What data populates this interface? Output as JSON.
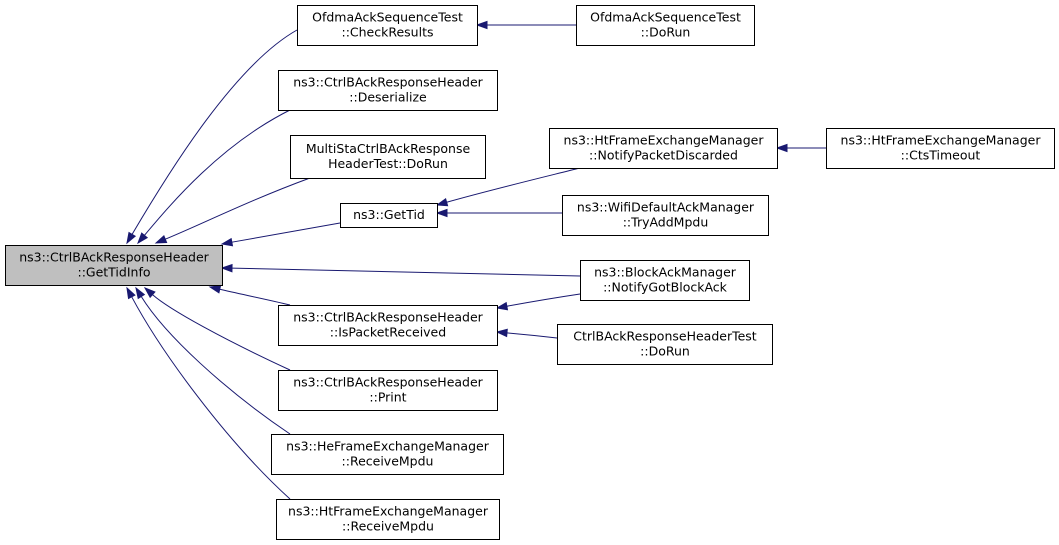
{
  "graph": {
    "nodes": [
      {
        "id": "root",
        "lines": [
          "ns3::CtrlBAckResponseHeader",
          "::GetTidInfo"
        ],
        "highlight": true
      },
      {
        "id": "ofdma_check",
        "lines": [
          "OfdmaAckSequenceTest",
          "::CheckResults"
        ]
      },
      {
        "id": "ofdma_dorun",
        "lines": [
          "OfdmaAckSequenceTest",
          "::DoRun"
        ]
      },
      {
        "id": "deserialize",
        "lines": [
          "ns3::CtrlBAckResponseHeader",
          "::Deserialize"
        ]
      },
      {
        "id": "multista",
        "lines": [
          "MultiStaCtrlBAckResponse",
          "HeaderTest::DoRun"
        ]
      },
      {
        "id": "gettid",
        "lines": [
          "ns3::GetTid"
        ]
      },
      {
        "id": "ht_notify",
        "lines": [
          "ns3::HtFrameExchangeManager",
          "::NotifyPacketDiscarded"
        ]
      },
      {
        "id": "ht_cts",
        "lines": [
          "ns3::HtFrameExchangeManager",
          "::CtsTimeout"
        ]
      },
      {
        "id": "wifi_ack",
        "lines": [
          "ns3::WifiDefaultAckManager",
          "::TryAddMpdu"
        ]
      },
      {
        "id": "blockack",
        "lines": [
          "ns3::BlockAckManager",
          "::NotifyGotBlockAck"
        ]
      },
      {
        "id": "ispacket",
        "lines": [
          "ns3::CtrlBAckResponseHeader",
          "::IsPacketReceived"
        ]
      },
      {
        "id": "ctrltest",
        "lines": [
          "CtrlBAckResponseHeaderTest",
          "::DoRun"
        ]
      },
      {
        "id": "print",
        "lines": [
          "ns3::CtrlBAckResponseHeader",
          "::Print"
        ]
      },
      {
        "id": "he_receive",
        "lines": [
          "ns3::HeFrameExchangeManager",
          "::ReceiveMpdu"
        ]
      },
      {
        "id": "ht_receive",
        "lines": [
          "ns3::HtFrameExchangeManager",
          "::ReceiveMpdu"
        ]
      }
    ],
    "edges": [
      {
        "from": "ofdma_check",
        "to": "root"
      },
      {
        "from": "deserialize",
        "to": "root"
      },
      {
        "from": "multista",
        "to": "root"
      },
      {
        "from": "gettid",
        "to": "root"
      },
      {
        "from": "blockack",
        "to": "root"
      },
      {
        "from": "ispacket",
        "to": "root"
      },
      {
        "from": "print",
        "to": "root"
      },
      {
        "from": "he_receive",
        "to": "root"
      },
      {
        "from": "ht_receive",
        "to": "root"
      },
      {
        "from": "ofdma_dorun",
        "to": "ofdma_check"
      },
      {
        "from": "ht_notify",
        "to": "gettid"
      },
      {
        "from": "wifi_ack",
        "to": "gettid"
      },
      {
        "from": "ht_cts",
        "to": "ht_notify"
      },
      {
        "from": "blockack",
        "to": "ispacket"
      },
      {
        "from": "ctrltest",
        "to": "ispacket"
      }
    ],
    "colors": {
      "edge": "#191970",
      "highlight_fill": "#bfbfbf",
      "node_fill": "#ffffff",
      "border": "#000000"
    }
  }
}
